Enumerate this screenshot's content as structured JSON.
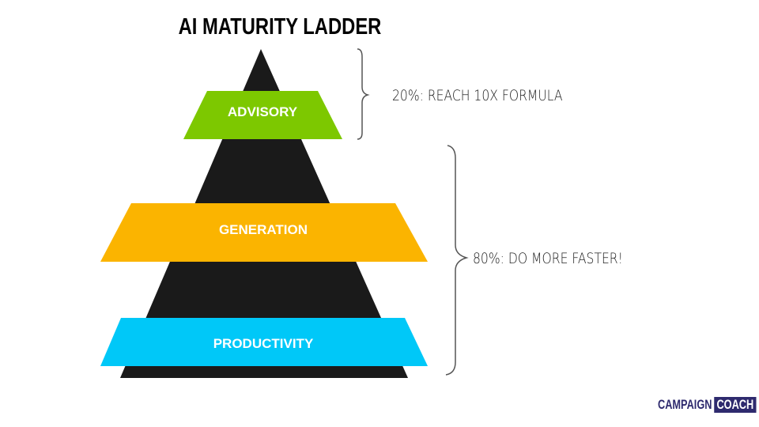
{
  "title": "AI MATURITY LADDER",
  "levels": [
    {
      "label": "ADVISORY",
      "color": "#7dc800"
    },
    {
      "label": "GENERATION",
      "color": "#fbb400"
    },
    {
      "label": "PRODUCTIVITY",
      "color": "#00c8f8"
    }
  ],
  "annotations": {
    "top": "20%: REACH 10X FORMULA",
    "bottom": "80%: DO MORE FASTER!"
  },
  "logo": {
    "left": "CAMPAIGN",
    "right": "COACH"
  }
}
